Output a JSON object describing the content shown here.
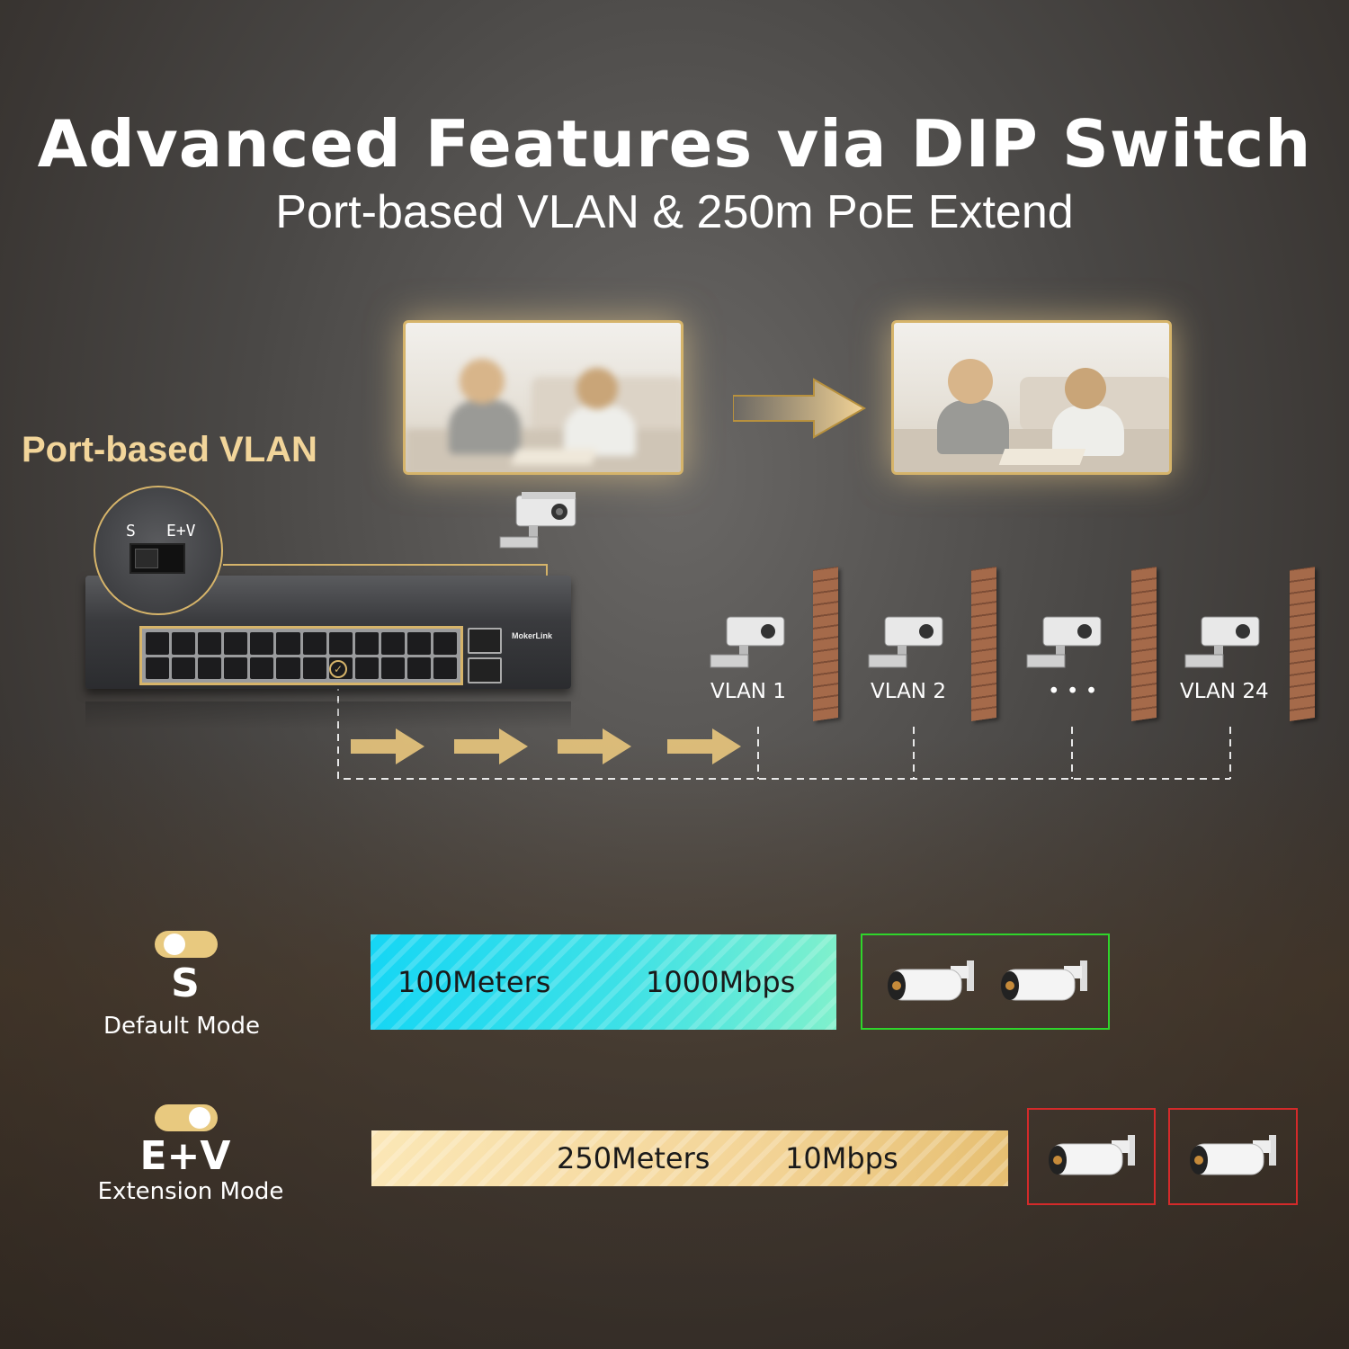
{
  "header": {
    "title": "Advanced Features via DIP Switch",
    "subtitle": "Port-based VLAN & 250m PoE Extend"
  },
  "vlan_section": {
    "heading": "Port-based VLAN",
    "dip_labels": {
      "s": "S",
      "ev": "E+V"
    },
    "switch_brand": "MokerLink",
    "vlans": [
      {
        "label": "VLAN 1"
      },
      {
        "label": "VLAN 2"
      },
      {
        "label": "• • •"
      },
      {
        "label": "VLAN 24"
      }
    ]
  },
  "modes": [
    {
      "letter": "S",
      "name": "Default Mode",
      "distance": "100Meters",
      "speed": "1000Mbps",
      "bar_color": "#16d6f4",
      "box_color": "#2fd52b"
    },
    {
      "letter": "E+V",
      "name": "Extension Mode",
      "distance": "250Meters",
      "speed": "10Mbps",
      "bar_color": "#f3d497",
      "box_color": "#d42a2a"
    }
  ],
  "colors": {
    "accent_gold": "#d6b46a",
    "heading_gold": "#f2d59a"
  },
  "icons": [
    "security-camera-icon",
    "bullet-camera-icon",
    "arrow-right-icon",
    "checkmark-icon",
    "brick-wall-icon"
  ]
}
